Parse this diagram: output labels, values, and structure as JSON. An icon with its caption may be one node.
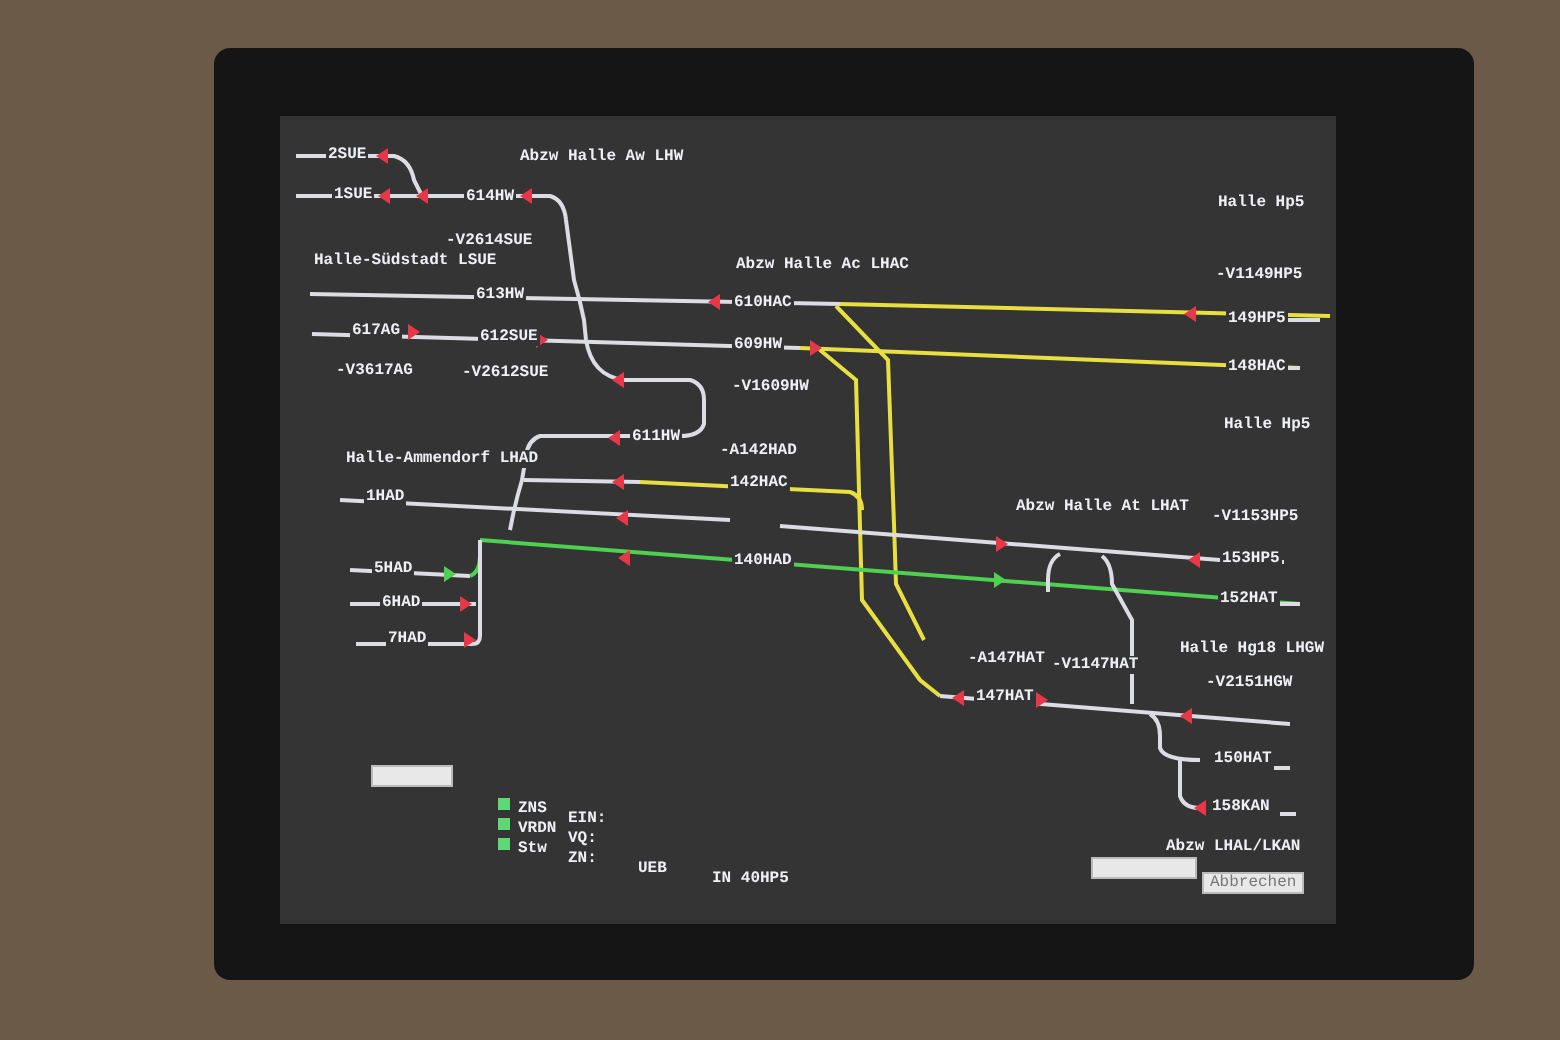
{
  "diagram": {
    "labels": [
      "2SUE",
      "Abzw Halle Aw LHW",
      "1SUE",
      "614HW",
      "Halle Hp5",
      "-V2614SUE",
      "Halle-Südstadt LSUE",
      "Abzw Halle Ac LHAC",
      "-V1149HP5",
      "613HW",
      "610HAC",
      "149HP5",
      "617AG",
      "612SUE",
      "609HW",
      "148HAC",
      "-V3617AG",
      "-V2612SUE",
      "-V1609HW",
      "Halle Hp5",
      "611HW",
      "-A142HAD",
      "Halle-Ammendorf LHAD",
      "142HAC",
      "1HAD",
      "Abzw Halle At LHAT",
      "-V1153HP5",
      "153HP5",
      "5HAD",
      "140HAD",
      "152HAT",
      "6HAD",
      "7HAD",
      "-A147HAT",
      "-V1147HAT",
      "Halle Hg18 LHGW",
      "-V2151HGW",
      "147HAT",
      "150HAT",
      "158KAN",
      "ZNS",
      "VRDN",
      "Stw",
      "EIN:",
      "VQ:",
      "ZN:",
      "UEB",
      "IN 40HP5",
      "Abzw LHAL/LKAN",
      "Abbrechen"
    ]
  }
}
